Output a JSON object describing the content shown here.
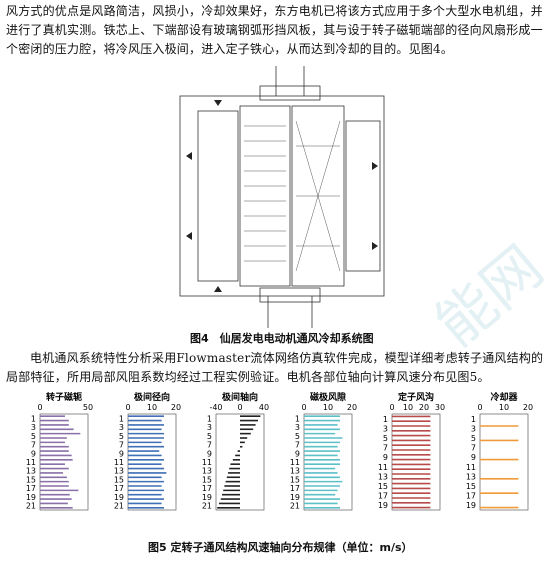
{
  "text": {
    "para1": "风方式的优点是风路简洁，风损小，冷却效果好，东方电机已将该方式应用于多个大型水电机组，并进行了真机实测。铁芯上、下端部设有玻璃钢弧形挡风板，其与设于转子磁轭端部的径向风扇形成一个密闭的压力腔，将冷风压入极间，进入定子铁心，从而达到冷却的目的。见图4。",
    "fig4_caption": "图4　仙居发电电动机通风冷却系统图",
    "para2": "电机通风系统特性分析采用Flowmaster流体网络仿真软件完成，模型详细考虑转子通风结构的局部特征，所用局部风阻系数均经过工程实例验证。电机各部位轴向计算风速分布见图5。",
    "fig5_caption": "图5 定转子通风结构风速轴向分布规律（单位：m/s）",
    "watermark": "能网"
  },
  "chart_data": [
    {
      "type": "bar",
      "orientation": "horizontal",
      "title": "转子磁轭",
      "categories": [
        "1",
        "3",
        "5",
        "7",
        "9",
        "11",
        "13",
        "15",
        "17",
        "19",
        "21"
      ],
      "xticks": [
        "0",
        "50"
      ],
      "xlim": [
        0,
        50
      ],
      "values": [
        26,
        30,
        30,
        35,
        42,
        28,
        26,
        30,
        30,
        33,
        34,
        26,
        30,
        24,
        28,
        30,
        30,
        40,
        31,
        33,
        29,
        34
      ],
      "color": "#8a6fa8"
    },
    {
      "type": "bar",
      "orientation": "horizontal",
      "title": "极间径向",
      "categories": [
        "1",
        "3",
        "5",
        "7",
        "9",
        "11",
        "13",
        "15",
        "17",
        "19",
        "21"
      ],
      "xticks": [
        "0",
        "10",
        "20"
      ],
      "xlim": [
        0,
        20
      ],
      "values": [
        15,
        14,
        15,
        14,
        15,
        15,
        14,
        15,
        13,
        14,
        15,
        14,
        15,
        16,
        14,
        15,
        14,
        15,
        14,
        15,
        14,
        15
      ],
      "color": "#3f6fb5"
    },
    {
      "type": "bar",
      "orientation": "horizontal",
      "title": "极间轴向",
      "categories": [
        "1",
        "3",
        "5",
        "7",
        "9",
        "11",
        "13",
        "15",
        "17",
        "19",
        "21"
      ],
      "xticks": [
        "-40",
        "0",
        "40"
      ],
      "xlim": [
        -40,
        40
      ],
      "values": [
        34,
        30,
        26,
        22,
        18,
        12,
        8,
        4,
        -4,
        -8,
        -12,
        -16,
        -18,
        -20,
        -22,
        -24,
        -26,
        -28,
        -30,
        -32,
        -35,
        -38
      ],
      "color": "#222222"
    },
    {
      "type": "bar",
      "orientation": "horizontal",
      "title": "磁极风隙",
      "categories": [
        "1",
        "3",
        "5",
        "7",
        "9",
        "11",
        "13",
        "15",
        "17",
        "19",
        "21"
      ],
      "xticks": [
        "0",
        "10",
        "20"
      ],
      "xlim": [
        0,
        20
      ],
      "values": [
        15,
        15,
        14,
        15,
        13,
        16,
        15,
        14,
        15,
        14,
        15,
        15,
        13,
        14,
        15,
        16,
        15,
        14,
        13,
        15,
        14,
        15
      ],
      "color": "#5bc0c8"
    },
    {
      "type": "bar",
      "orientation": "horizontal",
      "title": "定子风沟",
      "categories": [
        "1",
        "3",
        "5",
        "7",
        "9",
        "11",
        "13",
        "15",
        "17",
        "19"
      ],
      "xticks": [
        "0",
        "10",
        "20",
        "30"
      ],
      "xlim": [
        0,
        30
      ],
      "values": [
        24,
        24,
        24,
        24,
        24,
        24,
        24,
        24,
        24,
        24,
        24,
        24,
        24,
        24,
        24,
        24,
        24,
        24,
        24,
        24
      ],
      "color": "#b84a4a"
    },
    {
      "type": "bar",
      "orientation": "horizontal",
      "title": "冷却器",
      "categories": [
        "1",
        "3",
        "5",
        "7",
        "9",
        "11",
        "13",
        "15",
        "17",
        "19"
      ],
      "xticks": [
        "0",
        "10",
        "20"
      ],
      "xlim": [
        0,
        20
      ],
      "values": [
        0,
        0,
        16,
        0,
        0,
        16,
        0,
        0,
        0,
        16,
        0,
        0,
        0,
        16,
        0,
        0,
        16,
        0,
        0,
        16
      ],
      "color": "#f09a3a"
    }
  ]
}
